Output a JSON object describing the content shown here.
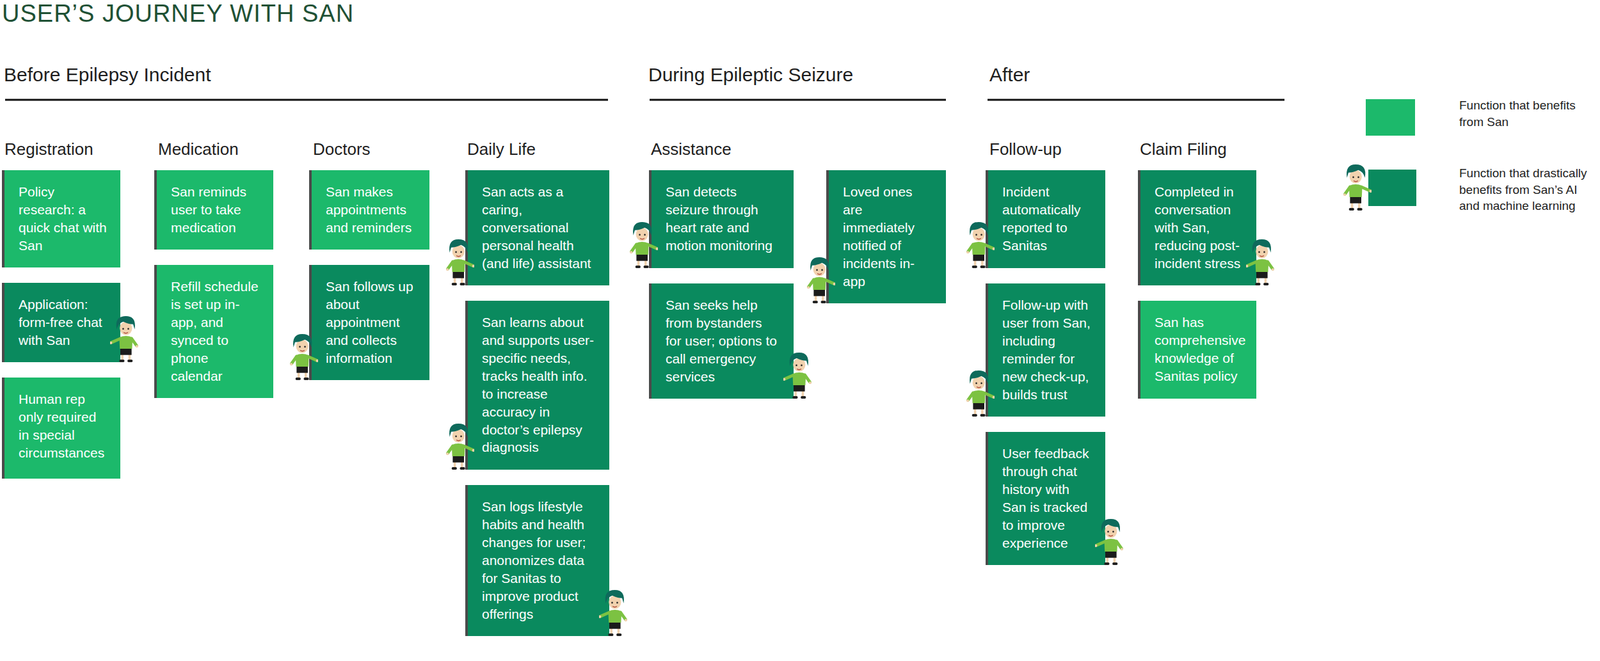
{
  "diagram": {
    "title": "USER’S JOURNEY WITH SAN",
    "nodes": [
      {
        "text": [
          "Policy research: a quick chat with San"
        ]
      },
      {
        "text": [
          "Application: form-free chat with San"
        ]
      },
      {
        "text": [
          "Human rep only required in special circumstances"
        ]
      },
      {
        "text": [
          "San reminds user to take medication"
        ]
      },
      {
        "text": [
          "Refill schedule is set up in-app, and synced to phone calendar"
        ]
      },
      {
        "text": [
          "San makes appointments and reminders"
        ]
      },
      {
        "text": [
          "San follows up about appointment and collects information"
        ]
      },
      {
        "text": [
          "San acts as a caring, conversational personal health (and life) assistant"
        ]
      },
      {
        "text": [
          "San learns about and supports user-specific needs, tracks health info. to increase accuracy in doctor’s epilepsy diagnosis"
        ]
      },
      {
        "text": [
          "San logs lifestyle habits and health changes for user; anonomizes data for Sanitas to improve product offerings"
        ]
      },
      {
        "text": [
          "San detects seizure through heart rate and motion monitoring"
        ]
      },
      {
        "text": [
          "Loved ones are immediately notified of incidents in-app"
        ]
      },
      {
        "text": [
          "San seeks help from bystanders for user; options to call emergency services"
        ]
      },
      {
        "text": [
          "Incident automatically reported to Sanitas"
        ]
      },
      {
        "text": [
          "Follow-up with user from San, including reminder for new check-up, builds trust"
        ]
      },
      {
        "text": [
          "User feedback through chat history with San is tracked to improve experience"
        ]
      },
      {
        "text": [
          "Completed in conversation with San, reducing post-incident stress"
        ]
      },
      {
        "text": [
          "San has comprehensive knowledge of Sanitas policy"
        ]
      }
    ],
    "labels": [
      "Before Epilepsy Incident",
      "During Epileptic Seizure",
      "After",
      "Registration",
      "Medication",
      "Doctors",
      "Daily Life",
      "Assistance",
      "Follow-up",
      "Claim Filing"
    ],
    "legend": [
      {
        "text": "Function that benefits from San",
        "color": "#1cb96b"
      },
      {
        "text": "Function that drastically benefits from San’s AI and machine learning",
        "color": "#0a8a5e"
      }
    ]
  }
}
